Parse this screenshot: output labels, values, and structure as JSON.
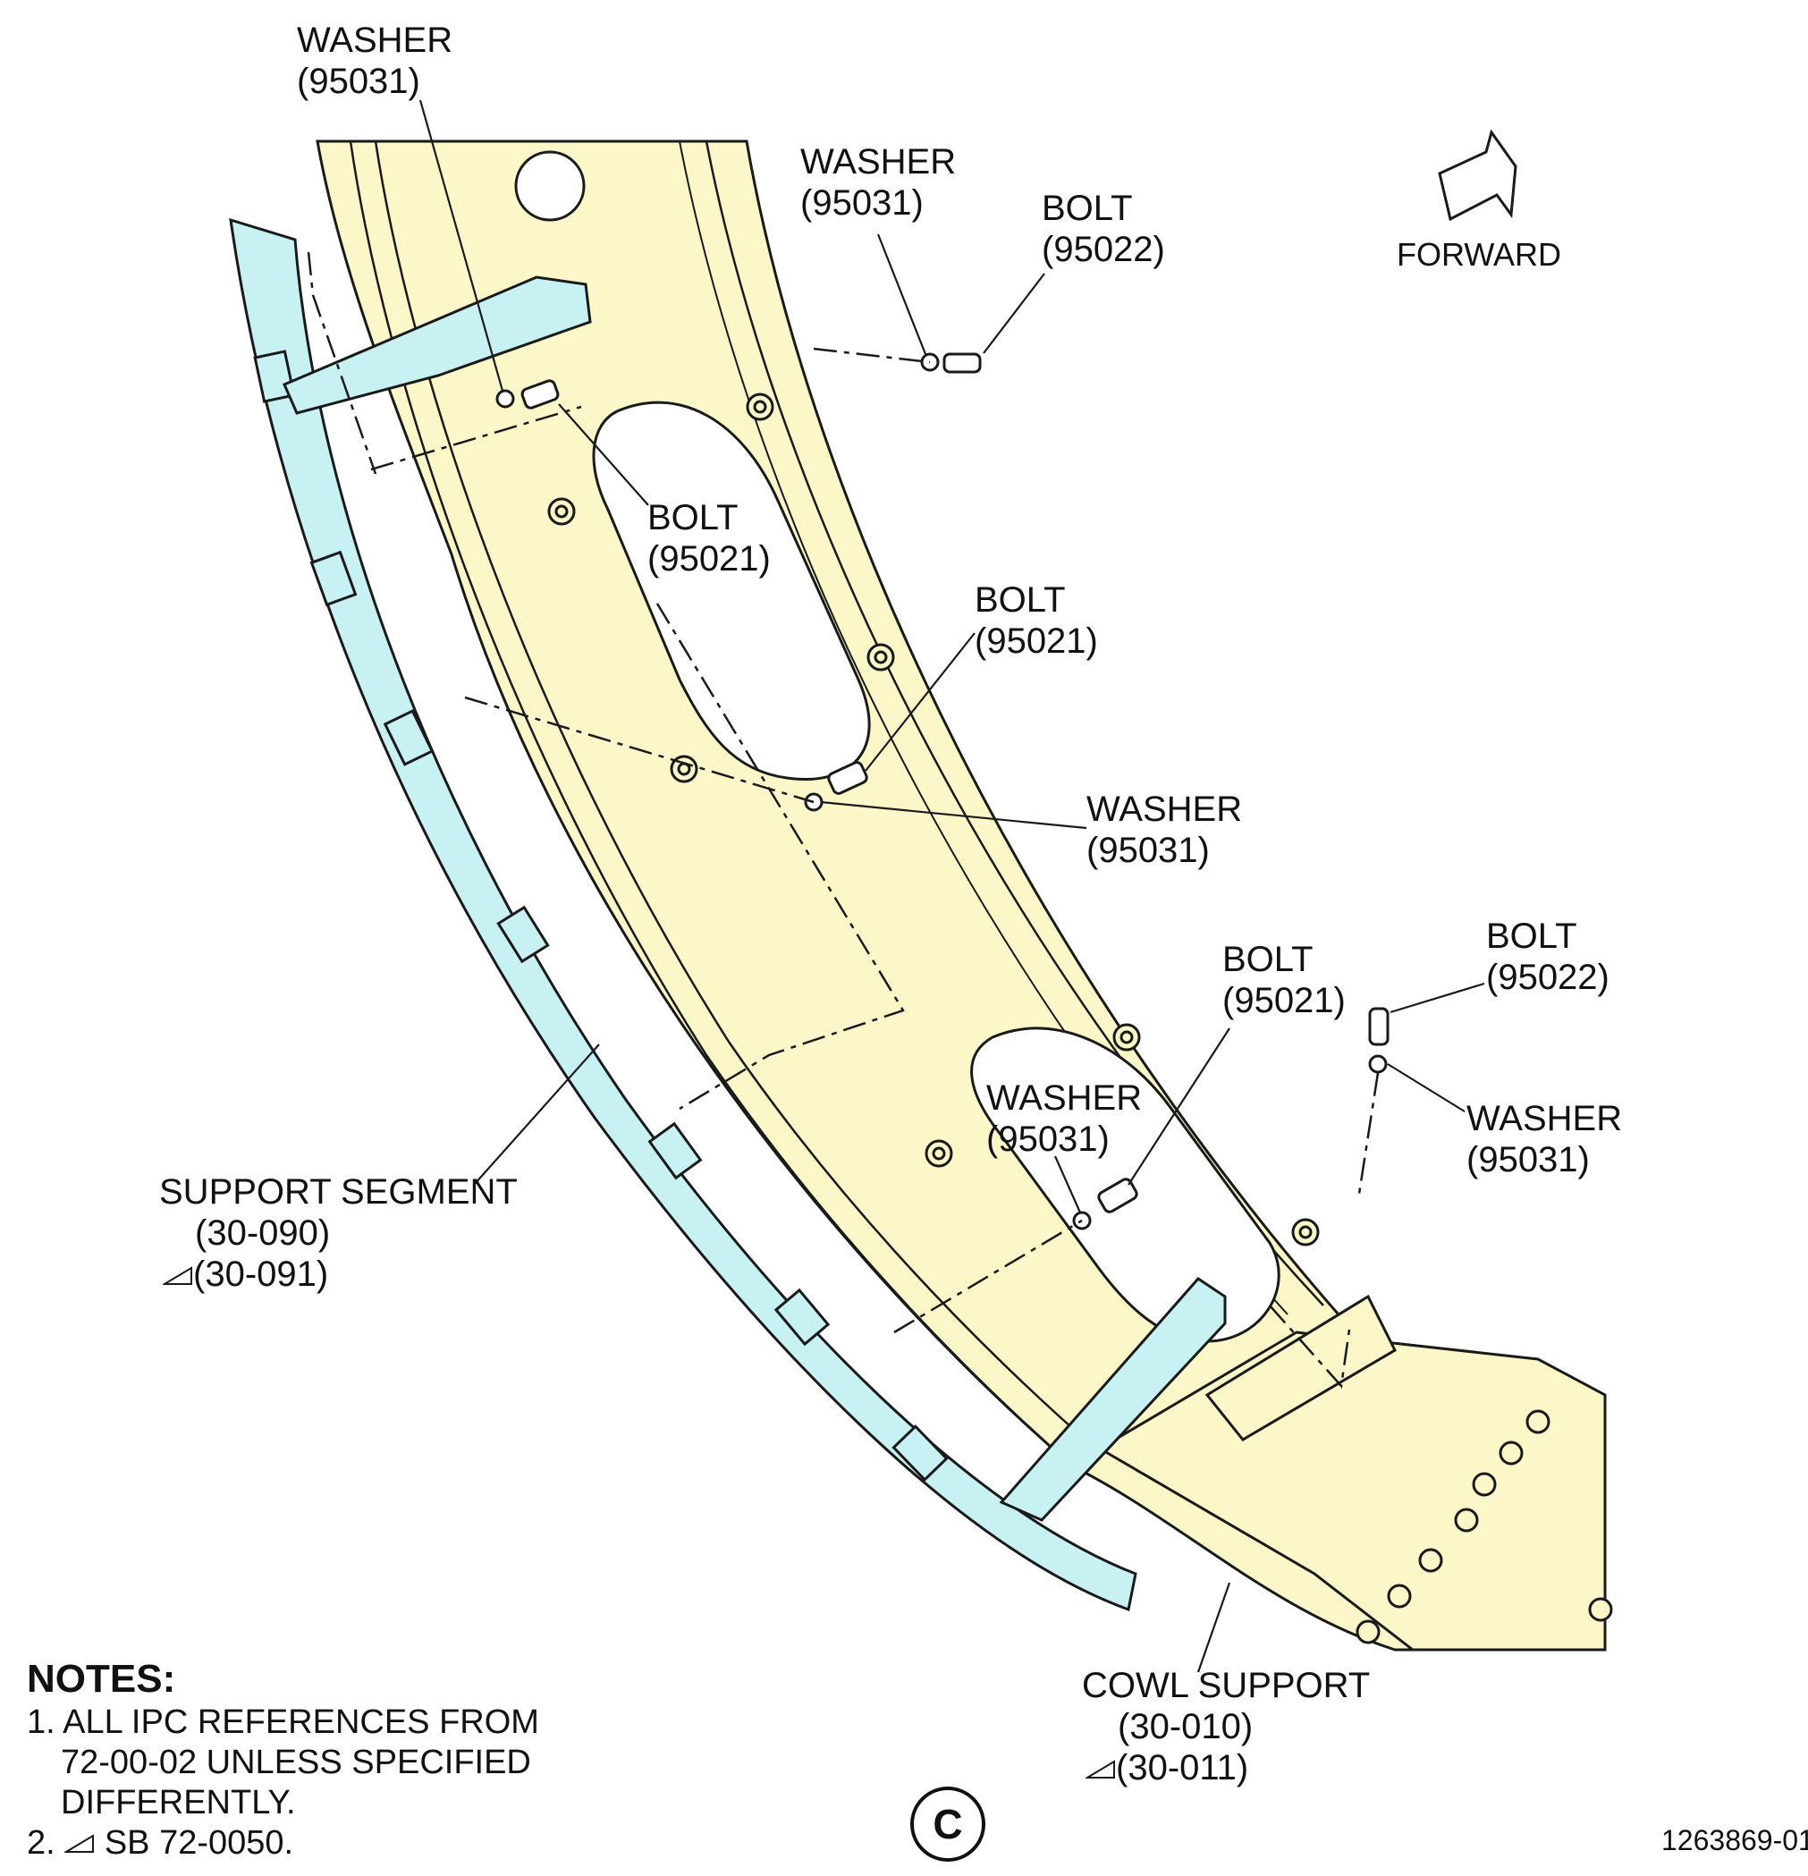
{
  "labels": {
    "washer_top_left": [
      "WASHER",
      "(95031)"
    ],
    "washer_top_right": [
      "WASHER",
      "(95031)"
    ],
    "bolt_top_right": [
      "BOLT",
      "(95022)"
    ],
    "forward": "FORWARD",
    "bolt_upper_center": [
      "BOLT",
      "(95021)"
    ],
    "bolt_middle": [
      "BOLT",
      "(95021)"
    ],
    "washer_middle": [
      "WASHER",
      "(95031)"
    ],
    "bolt_lower_right": [
      "BOLT",
      "(95022)"
    ],
    "washer_lower_right": [
      "WASHER",
      "(95031)"
    ],
    "bolt_lower_center": [
      "BOLT",
      "(95021)"
    ],
    "washer_lower_center": [
      "WASHER",
      "(95031)"
    ],
    "support_segment": [
      "SUPPORT SEGMENT",
      "(30-090)",
      "(30-091)"
    ],
    "cowl_support": [
      "COWL SUPPORT",
      "(30-010)",
      "(30-011)"
    ]
  },
  "notes": {
    "title": "NOTES:",
    "items": [
      "1. ALL IPC REFERENCES FROM",
      "72-00-02 UNLESS SPECIFIED",
      "DIFFERENTLY.",
      "2.",
      "SB 72-0050."
    ]
  },
  "view_letter": "C",
  "drawing_number": "1263869-01",
  "colors": {
    "cowl_fill": "#fbf7c9",
    "segment_fill": "#c8f1f4",
    "line": "#1a1a1a"
  }
}
